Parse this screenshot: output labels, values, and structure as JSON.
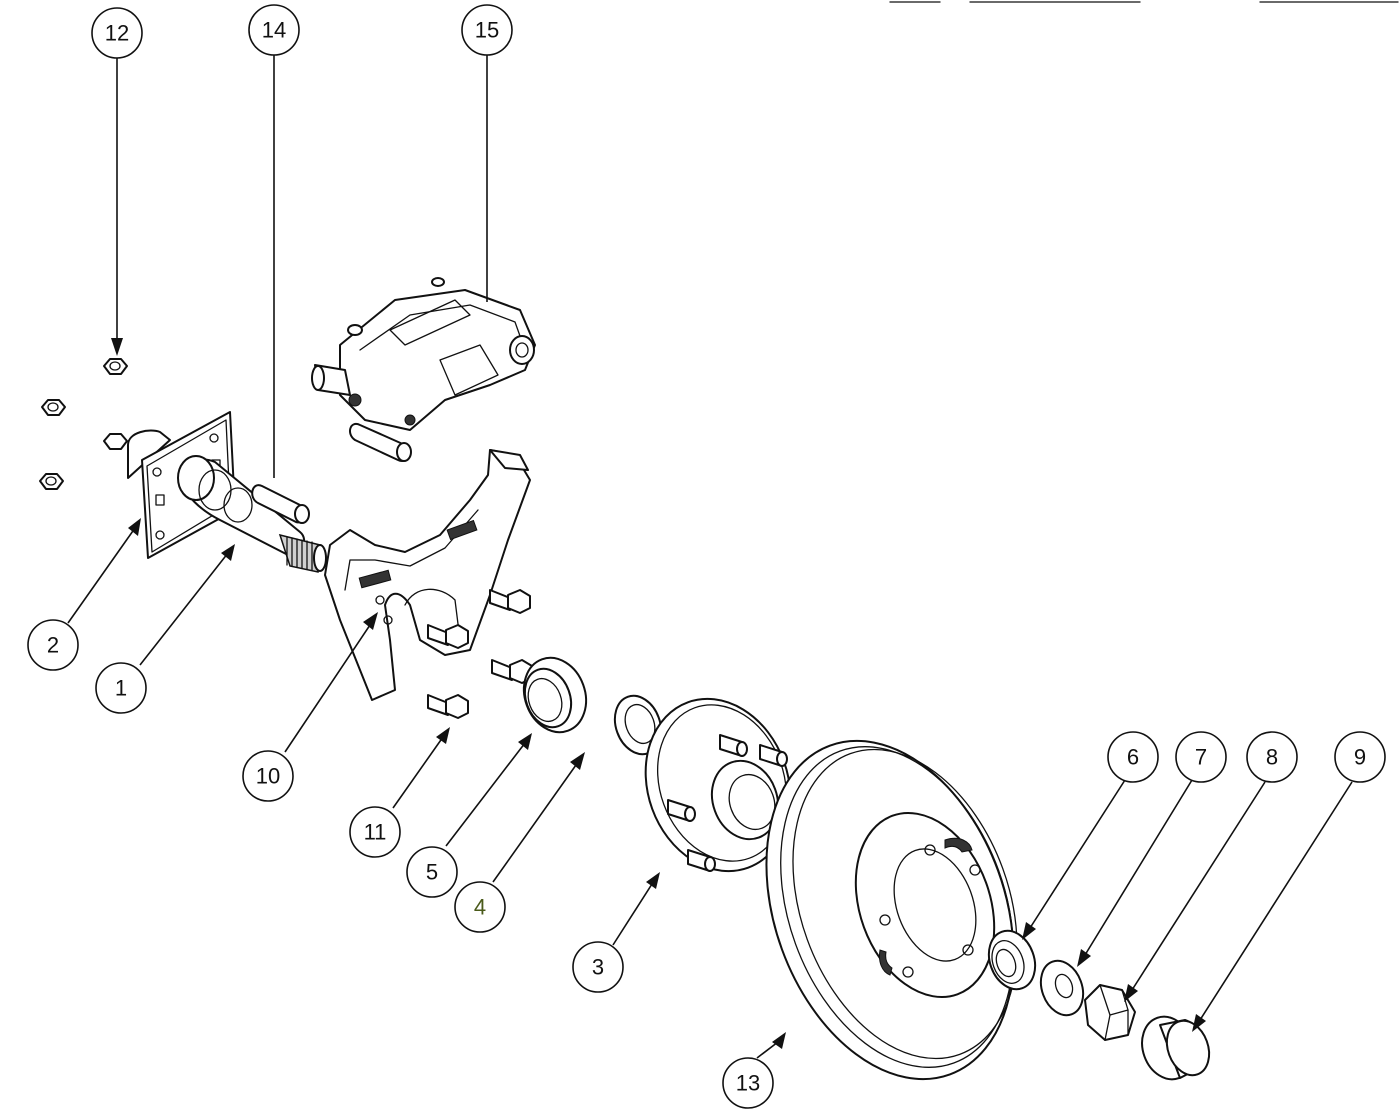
{
  "diagram": {
    "colors": {
      "line": "#111111",
      "background": "#ffffff",
      "highlight_label": "#4a5a1a"
    },
    "callouts": [
      {
        "id": "callout-1",
        "label": "1",
        "part": "spindle"
      },
      {
        "id": "callout-2",
        "label": "2",
        "part": "mounting-flange"
      },
      {
        "id": "callout-3",
        "label": "3",
        "part": "hub"
      },
      {
        "id": "callout-4",
        "label": "4",
        "part": "inner-bearing"
      },
      {
        "id": "callout-5",
        "label": "5",
        "part": "grease-seal"
      },
      {
        "id": "callout-6",
        "label": "6",
        "part": "outer-bearing"
      },
      {
        "id": "callout-7",
        "label": "7",
        "part": "washer"
      },
      {
        "id": "callout-8",
        "label": "8",
        "part": "castle-nut"
      },
      {
        "id": "callout-9",
        "label": "9",
        "part": "dust-cap"
      },
      {
        "id": "callout-10",
        "label": "10",
        "part": "caliper-bracket"
      },
      {
        "id": "callout-11",
        "label": "11",
        "part": "bracket-bolt"
      },
      {
        "id": "callout-12",
        "label": "12",
        "part": "flange-nut"
      },
      {
        "id": "callout-13",
        "label": "13",
        "part": "rotor"
      },
      {
        "id": "callout-14",
        "label": "14",
        "part": "caliper-pin"
      },
      {
        "id": "callout-15",
        "label": "15",
        "part": "caliper"
      }
    ]
  }
}
